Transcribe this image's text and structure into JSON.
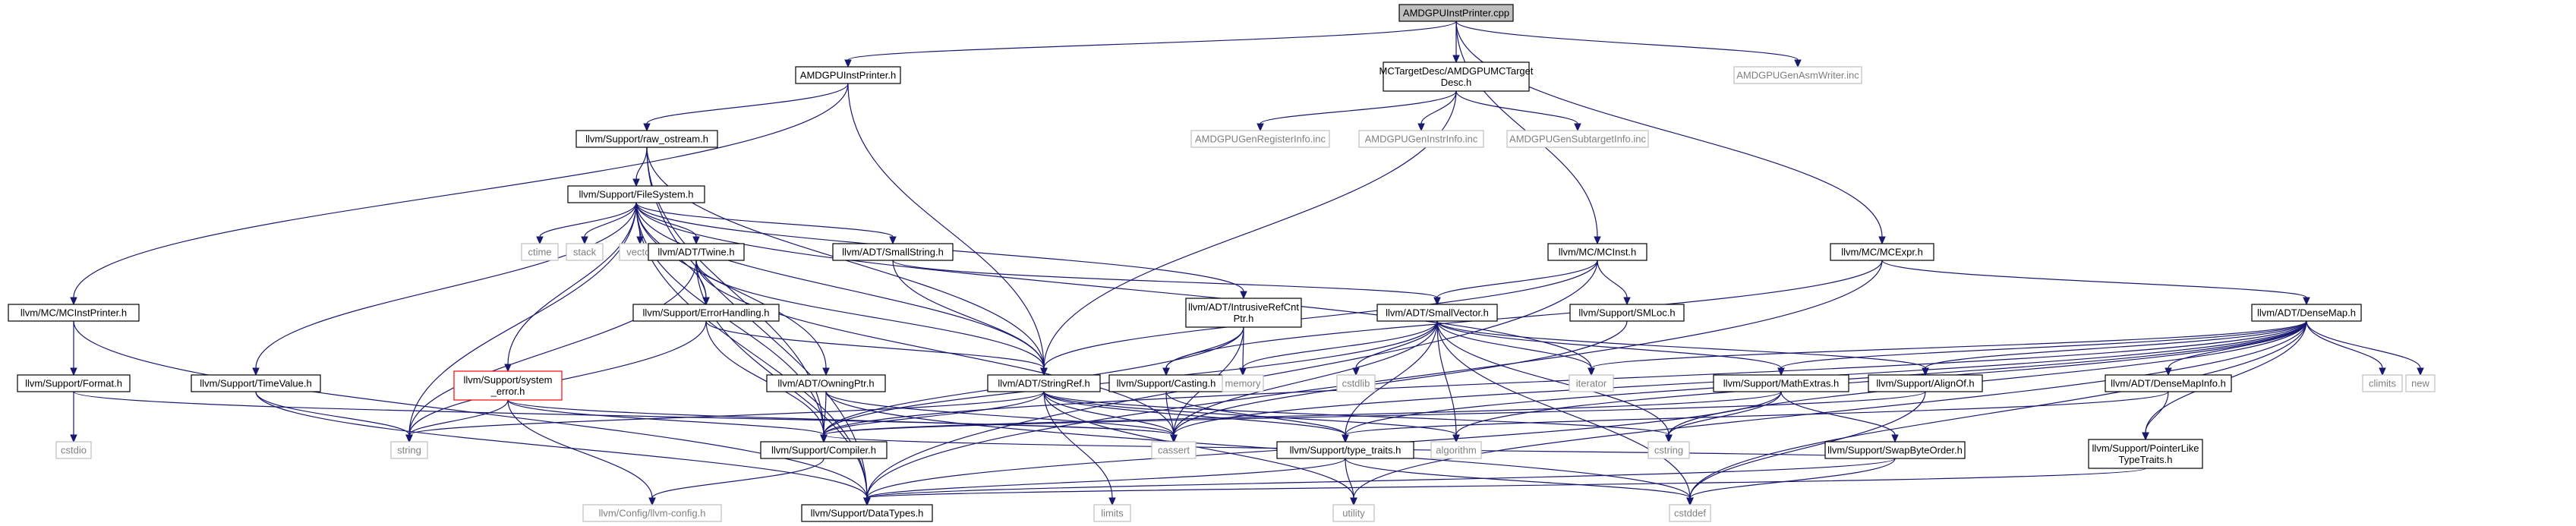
{
  "colors": {
    "edge": "#191970",
    "root_fill": "#bfbfbf",
    "node_border": "#000000",
    "external_border": "#bfbfbf",
    "external_text": "#7f7f7f",
    "truncated_border": "#ff0000"
  },
  "nodes": {
    "root": {
      "lines": [
        "AMDGPUInstPrinter.cpp"
      ],
      "kind": "root"
    },
    "inst_printer_h": {
      "lines": [
        "AMDGPUInstPrinter.h"
      ],
      "kind": "normal"
    },
    "mctargetdesc_h": {
      "lines": [
        "MCTargetDesc/AMDGPUMCTarget",
        "Desc.h"
      ],
      "kind": "normal"
    },
    "gen_asm_writer": {
      "lines": [
        "AMDGPUGenAsmWriter.inc"
      ],
      "kind": "external"
    },
    "raw_ostream": {
      "lines": [
        "llvm/Support/raw_ostream.h"
      ],
      "kind": "normal"
    },
    "gen_register_info": {
      "lines": [
        "AMDGPUGenRegisterInfo.inc"
      ],
      "kind": "external"
    },
    "gen_instr_info": {
      "lines": [
        "AMDGPUGenInstrInfo.inc"
      ],
      "kind": "external"
    },
    "gen_subtarget_info": {
      "lines": [
        "AMDGPUGenSubtargetInfo.inc"
      ],
      "kind": "external"
    },
    "filesystem": {
      "lines": [
        "llvm/Support/FileSystem.h"
      ],
      "kind": "normal"
    },
    "ctime": {
      "lines": [
        "ctime"
      ],
      "kind": "external"
    },
    "stack": {
      "lines": [
        "stack"
      ],
      "kind": "external"
    },
    "vector": {
      "lines": [
        "vector"
      ],
      "kind": "external"
    },
    "twine": {
      "lines": [
        "llvm/ADT/Twine.h"
      ],
      "kind": "normal"
    },
    "smallstring": {
      "lines": [
        "llvm/ADT/SmallString.h"
      ],
      "kind": "normal"
    },
    "mcinst": {
      "lines": [
        "llvm/MC/MCInst.h"
      ],
      "kind": "normal"
    },
    "mcexpr": {
      "lines": [
        "llvm/MC/MCExpr.h"
      ],
      "kind": "normal"
    },
    "mcinstprinter": {
      "lines": [
        "llvm/MC/MCInstPrinter.h"
      ],
      "kind": "normal"
    },
    "errorhandling": {
      "lines": [
        "llvm/Support/ErrorHandling.h"
      ],
      "kind": "normal"
    },
    "intrusiverefcntptr": {
      "lines": [
        "llvm/ADT/IntrusiveRefCnt",
        "Ptr.h"
      ],
      "kind": "normal"
    },
    "smallvector": {
      "lines": [
        "llvm/ADT/SmallVector.h"
      ],
      "kind": "normal"
    },
    "smloc": {
      "lines": [
        "llvm/Support/SMLoc.h"
      ],
      "kind": "normal"
    },
    "densemap": {
      "lines": [
        "llvm/ADT/DenseMap.h"
      ],
      "kind": "normal"
    },
    "format": {
      "lines": [
        "llvm/Support/Format.h"
      ],
      "kind": "normal"
    },
    "timevalue": {
      "lines": [
        "llvm/Support/TimeValue.h"
      ],
      "kind": "normal"
    },
    "system_error": {
      "lines": [
        "llvm/Support/system",
        "_error.h"
      ],
      "kind": "truncated"
    },
    "owningptr": {
      "lines": [
        "llvm/ADT/OwningPtr.h"
      ],
      "kind": "normal"
    },
    "stringref": {
      "lines": [
        "llvm/ADT/StringRef.h"
      ],
      "kind": "normal"
    },
    "casting": {
      "lines": [
        "llvm/Support/Casting.h"
      ],
      "kind": "normal"
    },
    "memory": {
      "lines": [
        "memory"
      ],
      "kind": "external"
    },
    "cstdlib": {
      "lines": [
        "cstdlib"
      ],
      "kind": "external"
    },
    "iterator": {
      "lines": [
        "iterator"
      ],
      "kind": "external"
    },
    "mathextras": {
      "lines": [
        "llvm/Support/MathExtras.h"
      ],
      "kind": "normal"
    },
    "alignof": {
      "lines": [
        "llvm/Support/AlignOf.h"
      ],
      "kind": "normal"
    },
    "densemapinfo": {
      "lines": [
        "llvm/ADT/DenseMapInfo.h"
      ],
      "kind": "normal"
    },
    "climits": {
      "lines": [
        "climits"
      ],
      "kind": "external"
    },
    "new": {
      "lines": [
        "new"
      ],
      "kind": "external"
    },
    "cstdio": {
      "lines": [
        "cstdio"
      ],
      "kind": "external"
    },
    "string": {
      "lines": [
        "string"
      ],
      "kind": "external"
    },
    "compiler": {
      "lines": [
        "llvm/Support/Compiler.h"
      ],
      "kind": "normal"
    },
    "cassert": {
      "lines": [
        "cassert"
      ],
      "kind": "external"
    },
    "type_traits": {
      "lines": [
        "llvm/Support/type_traits.h"
      ],
      "kind": "normal"
    },
    "algorithm": {
      "lines": [
        "algorithm"
      ],
      "kind": "external"
    },
    "cstring": {
      "lines": [
        "cstring"
      ],
      "kind": "external"
    },
    "swapbyteorder": {
      "lines": [
        "llvm/Support/SwapByteOrder.h"
      ],
      "kind": "normal"
    },
    "pointerliketypetraits": {
      "lines": [
        "llvm/Support/PointerLike",
        "TypeTraits.h"
      ],
      "kind": "normal"
    },
    "llvm_config": {
      "lines": [
        "llvm/Config/llvm-config.h"
      ],
      "kind": "external"
    },
    "datatypes": {
      "lines": [
        "llvm/Support/DataTypes.h"
      ],
      "kind": "normal"
    },
    "limits": {
      "lines": [
        "limits"
      ],
      "kind": "external"
    },
    "utility": {
      "lines": [
        "utility"
      ],
      "kind": "external"
    },
    "cstddef": {
      "lines": [
        "cstddef"
      ],
      "kind": "external"
    }
  },
  "edges": [
    [
      "root",
      "inst_printer_h"
    ],
    [
      "root",
      "mctargetdesc_h"
    ],
    [
      "root",
      "gen_asm_writer"
    ],
    [
      "root",
      "mcinst"
    ],
    [
      "root",
      "mcexpr"
    ],
    [
      "inst_printer_h",
      "raw_ostream"
    ],
    [
      "inst_printer_h",
      "mcinstprinter"
    ],
    [
      "inst_printer_h",
      "stringref"
    ],
    [
      "mctargetdesc_h",
      "gen_register_info"
    ],
    [
      "mctargetdesc_h",
      "gen_instr_info"
    ],
    [
      "mctargetdesc_h",
      "gen_subtarget_info"
    ],
    [
      "mctargetdesc_h",
      "stringref"
    ],
    [
      "raw_ostream",
      "filesystem"
    ],
    [
      "raw_ostream",
      "compiler"
    ],
    [
      "raw_ostream",
      "datatypes"
    ],
    [
      "raw_ostream",
      "stringref"
    ],
    [
      "filesystem",
      "ctime"
    ],
    [
      "filesystem",
      "stack"
    ],
    [
      "filesystem",
      "vector"
    ],
    [
      "filesystem",
      "twine"
    ],
    [
      "filesystem",
      "smallstring"
    ],
    [
      "filesystem",
      "intrusiverefcntptr"
    ],
    [
      "filesystem",
      "timevalue"
    ],
    [
      "filesystem",
      "system_error"
    ],
    [
      "filesystem",
      "owningptr"
    ],
    [
      "filesystem",
      "errorhandling"
    ],
    [
      "filesystem",
      "string"
    ],
    [
      "filesystem",
      "compiler"
    ],
    [
      "filesystem",
      "datatypes"
    ],
    [
      "filesystem",
      "iterator"
    ],
    [
      "filesystem",
      "stringref"
    ],
    [
      "twine",
      "errorhandling"
    ],
    [
      "twine",
      "stringref"
    ],
    [
      "twine",
      "string"
    ],
    [
      "twine",
      "cassert"
    ],
    [
      "twine",
      "datatypes"
    ],
    [
      "smallstring",
      "smallvector"
    ],
    [
      "smallstring",
      "stringref"
    ],
    [
      "mcinst",
      "smallvector"
    ],
    [
      "mcinst",
      "smloc"
    ],
    [
      "mcinst",
      "stringref"
    ],
    [
      "mcinst",
      "datatypes"
    ],
    [
      "mcexpr",
      "casting"
    ],
    [
      "mcexpr",
      "densemap"
    ],
    [
      "mcexpr",
      "datatypes"
    ],
    [
      "mcinstprinter",
      "format"
    ],
    [
      "mcinstprinter",
      "datatypes"
    ],
    [
      "errorhandling",
      "compiler"
    ],
    [
      "errorhandling",
      "stringref"
    ],
    [
      "errorhandling",
      "string"
    ],
    [
      "intrusiverefcntptr",
      "casting"
    ],
    [
      "intrusiverefcntptr",
      "compiler"
    ],
    [
      "intrusiverefcntptr",
      "memory"
    ],
    [
      "intrusiverefcntptr",
      "cassert"
    ],
    [
      "smallvector",
      "alignof"
    ],
    [
      "smallvector",
      "compiler"
    ],
    [
      "smallvector",
      "mathextras"
    ],
    [
      "smallvector",
      "type_traits"
    ],
    [
      "smallvector",
      "algorithm"
    ],
    [
      "smallvector",
      "cassert"
    ],
    [
      "smallvector",
      "cstddef"
    ],
    [
      "smallvector",
      "cstdlib"
    ],
    [
      "smallvector",
      "cstring"
    ],
    [
      "smallvector",
      "iterator"
    ],
    [
      "smallvector",
      "memory"
    ],
    [
      "smloc",
      "cassert"
    ],
    [
      "densemap",
      "alignof"
    ],
    [
      "densemap",
      "compiler"
    ],
    [
      "densemap",
      "densemapinfo"
    ],
    [
      "densemap",
      "mathextras"
    ],
    [
      "densemap",
      "pointerliketypetraits"
    ],
    [
      "densemap",
      "type_traits"
    ],
    [
      "densemap",
      "algorithm"
    ],
    [
      "densemap",
      "cassert"
    ],
    [
      "densemap",
      "climits"
    ],
    [
      "densemap",
      "cstddef"
    ],
    [
      "densemap",
      "cstring"
    ],
    [
      "densemap",
      "iterator"
    ],
    [
      "densemap",
      "new"
    ],
    [
      "densemap",
      "utility"
    ],
    [
      "format",
      "cassert"
    ],
    [
      "format",
      "cstdio"
    ],
    [
      "timevalue",
      "datatypes"
    ],
    [
      "timevalue",
      "string"
    ],
    [
      "system_error",
      "compiler"
    ],
    [
      "system_error",
      "cassert"
    ],
    [
      "system_error",
      "llvm_config"
    ],
    [
      "system_error",
      "string"
    ],
    [
      "owningptr",
      "compiler"
    ],
    [
      "owningptr",
      "cassert"
    ],
    [
      "owningptr",
      "cstddef"
    ],
    [
      "stringref",
      "compiler"
    ],
    [
      "stringref",
      "type_traits"
    ],
    [
      "stringref",
      "algorithm"
    ],
    [
      "stringref",
      "cassert"
    ],
    [
      "stringref",
      "cstring"
    ],
    [
      "stringref",
      "limits"
    ],
    [
      "stringref",
      "string"
    ],
    [
      "stringref",
      "utility"
    ],
    [
      "casting",
      "cassert"
    ],
    [
      "casting",
      "type_traits"
    ],
    [
      "mathextras",
      "compiler"
    ],
    [
      "mathextras",
      "swapbyteorder"
    ],
    [
      "mathextras",
      "datatypes"
    ],
    [
      "mathextras",
      "cstring"
    ],
    [
      "alignof",
      "compiler"
    ],
    [
      "alignof",
      "cstddef"
    ],
    [
      "densemapinfo",
      "pointerliketypetraits"
    ],
    [
      "densemapinfo",
      "type_traits"
    ],
    [
      "compiler",
      "llvm_config"
    ],
    [
      "type_traits",
      "datatypes"
    ],
    [
      "type_traits",
      "cstddef"
    ],
    [
      "type_traits",
      "utility"
    ],
    [
      "swapbyteorder",
      "compiler"
    ],
    [
      "swapbyteorder",
      "datatypes"
    ],
    [
      "swapbyteorder",
      "cstddef"
    ],
    [
      "pointerliketypetraits",
      "datatypes"
    ]
  ]
}
